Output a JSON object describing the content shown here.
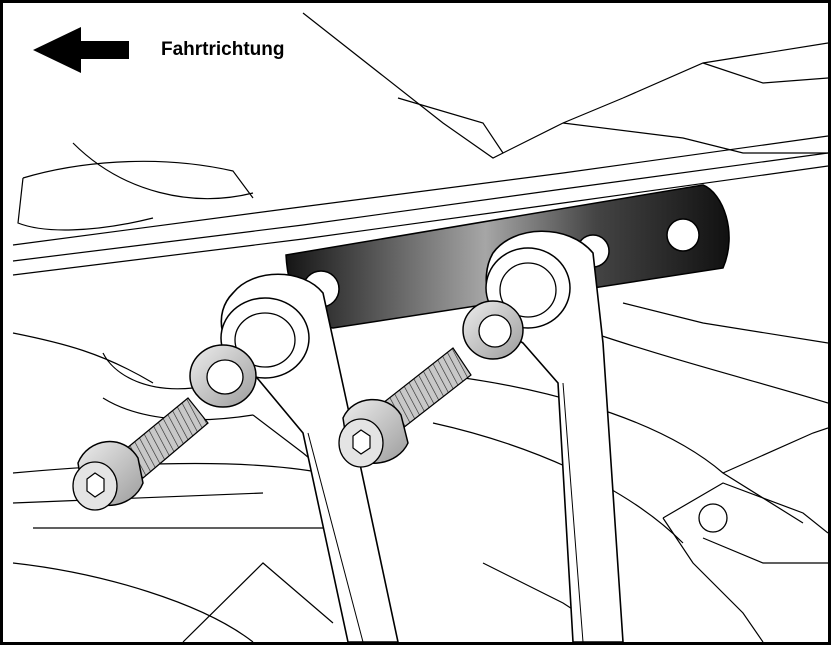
{
  "direction": {
    "label": "Fahrtrichtung",
    "icon": "arrow-left-icon"
  },
  "parts": [
    {
      "name": "mounting-plate",
      "icon": "plate"
    },
    {
      "name": "strut-left",
      "icon": "strut"
    },
    {
      "name": "strut-right",
      "icon": "strut"
    },
    {
      "name": "washer-left",
      "icon": "washer"
    },
    {
      "name": "washer-right",
      "icon": "washer"
    },
    {
      "name": "bolt-left",
      "icon": "socket-head-bolt"
    },
    {
      "name": "bolt-right",
      "icon": "socket-head-bolt"
    }
  ],
  "colors": {
    "line": "#000000",
    "background": "#ffffff",
    "plate_dark": "#1c1c1c",
    "plate_light": "#9a9a9a",
    "metal": "#cfcfcf"
  }
}
